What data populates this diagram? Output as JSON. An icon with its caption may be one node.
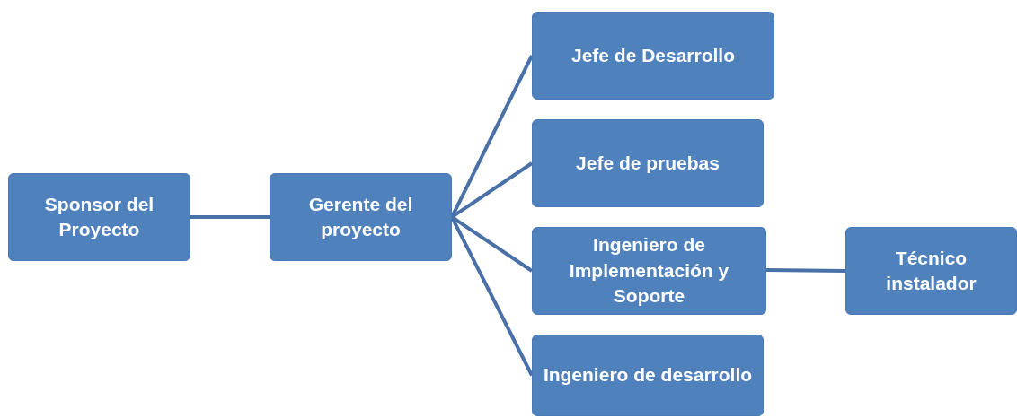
{
  "diagram": {
    "nodes": [
      {
        "text": [
          "Sponsor del Proyecto"
        ]
      },
      {
        "text": [
          "Gerente del proyecto"
        ]
      },
      {
        "text": [
          "Jefe de Desarrollo"
        ]
      },
      {
        "text": [
          "Jefe de pruebas"
        ]
      },
      {
        "text": [
          "Ingeniero de Implementación y Soporte"
        ]
      },
      {
        "text": [
          "Técnico instalador"
        ]
      },
      {
        "text": [
          "Ingeniero de desarrollo"
        ]
      }
    ],
    "edges": [
      {
        "from": 0,
        "to": 1,
        "arrow": "none"
      },
      {
        "from": 1,
        "to": 2,
        "arrow": "none"
      },
      {
        "from": 1,
        "to": 3,
        "arrow": "none"
      },
      {
        "from": 1,
        "to": 4,
        "arrow": "none"
      },
      {
        "from": 1,
        "to": 6,
        "arrow": "none"
      },
      {
        "from": 4,
        "to": 5,
        "arrow": "none"
      }
    ]
  }
}
